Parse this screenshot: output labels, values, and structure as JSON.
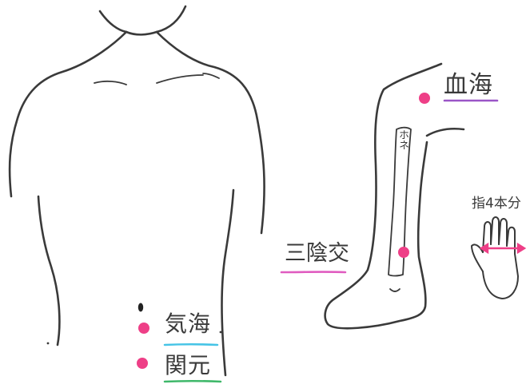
{
  "points": {
    "qihai": {
      "label": "気海",
      "underline_color": "#46c4e6",
      "dot_color": "#ee3f87"
    },
    "guanyuan": {
      "label": "関元",
      "underline_color": "#3fb86a",
      "dot_color": "#ee3f87"
    },
    "xuehai": {
      "label": "血海",
      "underline_color": "#9a55c7",
      "dot_color": "#ee3f87"
    },
    "sanyinjiao": {
      "label": "三陰交",
      "underline_color": "#e05cc0",
      "dot_color": "#ee3f87"
    }
  },
  "bone_label": "ホネ",
  "finger_width_label": "指4本分",
  "colors": {
    "outline": "#3a3a3a",
    "navel_dot": "#222222",
    "measure_arrow": "#ee3f87"
  }
}
